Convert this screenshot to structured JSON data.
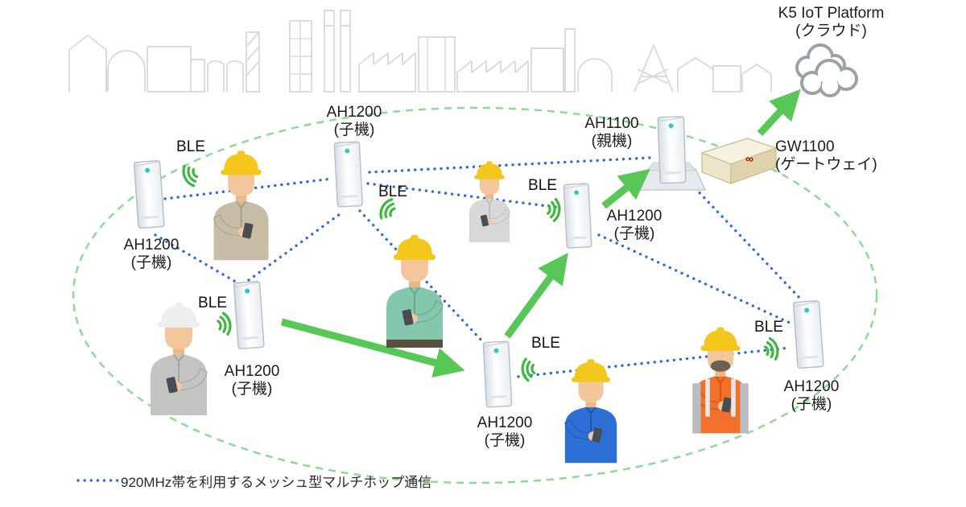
{
  "cloud_platform": {
    "name": "K5 IoT Platform",
    "subtitle": "(クラウド)"
  },
  "gateway": {
    "name": "GW1100",
    "subtitle": "(ゲートウェイ)",
    "logo_glyph": "∞"
  },
  "parent_unit": {
    "name": "AH1100",
    "subtitle": "(親機)"
  },
  "child_units": [
    {
      "id": "top-left",
      "name": "AH1200",
      "subtitle": "(子機)"
    },
    {
      "id": "top-center",
      "name": "AH1200",
      "subtitle": "(子機)"
    },
    {
      "id": "middle-left",
      "name": "AH1200",
      "subtitle": "(子機)"
    },
    {
      "id": "bottom-center",
      "name": "AH1200",
      "subtitle": "(子機)"
    },
    {
      "id": "center-right",
      "name": "AH1200",
      "subtitle": "(子機)"
    },
    {
      "id": "right",
      "name": "AH1200",
      "subtitle": "(子機)"
    }
  ],
  "ble_labels": [
    "BLE",
    "BLE",
    "BLE",
    "BLE",
    "BLE",
    "BLE"
  ],
  "legend": {
    "label": "920MHz帯を利用するメッシュ型マルチホップ通信"
  },
  "colors": {
    "mesh_line": "#2f6fd2",
    "arrow_green": "#57c757",
    "boundary_green": "#8cdb94",
    "ble_green": "#3cb93c",
    "helmet_yellow": "#f3c71c",
    "vest_orange": "#f0702c",
    "device_led": "#2fc6c9"
  }
}
